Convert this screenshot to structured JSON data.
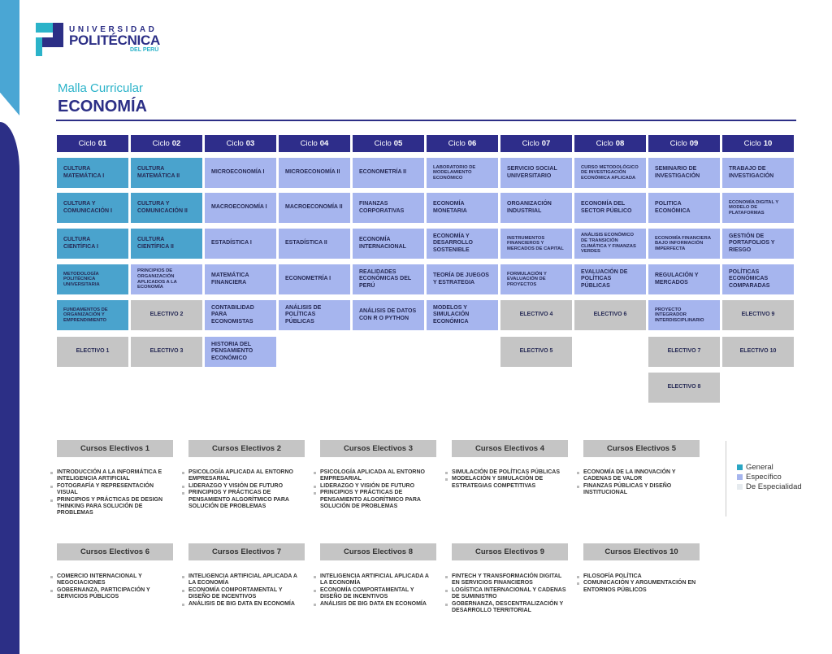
{
  "logo": {
    "line1": "UNIVERSIDAD",
    "line2": "POLITÉCNICA",
    "line3": "DEL PERÚ"
  },
  "header": {
    "subtitle": "Malla Curricular",
    "title": "ECONOMÍA"
  },
  "colors": {
    "general": "#4aa3cd",
    "specific": "#a6b5ee",
    "elective": "#c5c5c5",
    "navy": "#2c2f86",
    "teal": "#2bb3c9"
  },
  "cycles": [
    {
      "prefix": "Ciclo",
      "num": "01",
      "courses": [
        {
          "name": "Cultura Matemática I",
          "type": "general"
        },
        {
          "name": "Cultura y Comunicación I",
          "type": "general"
        },
        {
          "name": "Cultura Científica I",
          "type": "general"
        },
        {
          "name": "Metodología Politécnica Universitaria",
          "type": "general"
        },
        {
          "name": "Fundamentos de Organización y Emprendimiento",
          "type": "general"
        },
        {
          "name": "Electivo 1",
          "type": "elective"
        }
      ]
    },
    {
      "prefix": "Ciclo",
      "num": "02",
      "courses": [
        {
          "name": "Cultura Matemática II",
          "type": "general"
        },
        {
          "name": "Cultura y Comunicación II",
          "type": "general"
        },
        {
          "name": "Cultura Científica II",
          "type": "general"
        },
        {
          "name": "Principios de Organización Aplicados a la Economía",
          "type": "specific"
        },
        {
          "name": "Electivo 2",
          "type": "elective"
        },
        {
          "name": "Electivo 3",
          "type": "elective"
        }
      ]
    },
    {
      "prefix": "Ciclo",
      "num": "03",
      "courses": [
        {
          "name": "Microeconomía I",
          "type": "specific"
        },
        {
          "name": "Macroeconomía I",
          "type": "specific"
        },
        {
          "name": "Estadística I",
          "type": "specific"
        },
        {
          "name": "Matemática Financiera",
          "type": "specific"
        },
        {
          "name": "Contabilidad para Economistas",
          "type": "specific"
        },
        {
          "name": "Historia del Pensamiento Económico",
          "type": "specific"
        }
      ]
    },
    {
      "prefix": "Ciclo",
      "num": "04",
      "courses": [
        {
          "name": "Microeconomía II",
          "type": "specific"
        },
        {
          "name": "Macroeconomía II",
          "type": "specific"
        },
        {
          "name": "Estadística II",
          "type": "specific"
        },
        {
          "name": "Econometría I",
          "type": "specific"
        },
        {
          "name": "Análisis de Políticas Públicas",
          "type": "specific"
        }
      ]
    },
    {
      "prefix": "Ciclo",
      "num": "05",
      "courses": [
        {
          "name": "Econometría II",
          "type": "specific"
        },
        {
          "name": "Finanzas Corporativas",
          "type": "specific"
        },
        {
          "name": "Economía Internacional",
          "type": "specific"
        },
        {
          "name": "Realidades Económicas del Perú",
          "type": "specific"
        },
        {
          "name": "Análisis de Datos con R o Python",
          "type": "specific"
        }
      ]
    },
    {
      "prefix": "Ciclo",
      "num": "06",
      "courses": [
        {
          "name": "Laboratorio de Modelamiento Económico",
          "type": "specific"
        },
        {
          "name": "Economía Monetaria",
          "type": "specific"
        },
        {
          "name": "Economía y Desarrollo Sostenible",
          "type": "specific"
        },
        {
          "name": "Teoría de Juegos y Estrategia",
          "type": "specific"
        },
        {
          "name": "Modelos y Simulación Económica",
          "type": "specific"
        }
      ]
    },
    {
      "prefix": "Ciclo",
      "num": "07",
      "courses": [
        {
          "name": "Servicio Social Universitario",
          "type": "specific"
        },
        {
          "name": "Organización Industrial",
          "type": "specific"
        },
        {
          "name": "Instrumentos Financieros y Mercados de Capital",
          "type": "specific"
        },
        {
          "name": "Formulación y Evaluación de Proyectos",
          "type": "specific"
        },
        {
          "name": "Electivo 4",
          "type": "elective"
        },
        {
          "name": "Electivo 5",
          "type": "elective"
        }
      ]
    },
    {
      "prefix": "Ciclo",
      "num": "08",
      "courses": [
        {
          "name": "Curso Metodológico de Investigación Económica Aplicada",
          "type": "specific"
        },
        {
          "name": "Economía del Sector Público",
          "type": "specific"
        },
        {
          "name": "Análisis Económico de Transición Climática y Finanzas Verdes",
          "type": "specific"
        },
        {
          "name": "Evaluación de Políticas Públicas",
          "type": "specific"
        },
        {
          "name": "Electivo 6",
          "type": "elective"
        }
      ]
    },
    {
      "prefix": "Ciclo",
      "num": "09",
      "courses": [
        {
          "name": "Seminario de Investigación",
          "type": "specific"
        },
        {
          "name": "Politica Económica",
          "type": "specific"
        },
        {
          "name": "Economía Financiera Bajo Información Imperfecta",
          "type": "specific"
        },
        {
          "name": "Regulación y Mercados",
          "type": "specific"
        },
        {
          "name": "Proyecto Integrador Interdisciplinario",
          "type": "specific"
        },
        {
          "name": "Electivo 7",
          "type": "elective"
        },
        {
          "name": "Electivo 8",
          "type": "elective"
        }
      ]
    },
    {
      "prefix": "Ciclo",
      "num": "10",
      "courses": [
        {
          "name": "Trabajo de Investigación",
          "type": "specific"
        },
        {
          "name": "Economía Digital y Modelo de Plataformas",
          "type": "specific"
        },
        {
          "name": "Gestión de Portafolios y Riesgo",
          "type": "specific"
        },
        {
          "name": "Políticas Económicas Comparadas",
          "type": "specific"
        },
        {
          "name": "Electivo 9",
          "type": "elective"
        },
        {
          "name": "Electivo 10",
          "type": "elective"
        }
      ]
    }
  ],
  "electives": [
    {
      "title": "Cursos Electivos 1",
      "items": [
        "INTRODUCCIÓN A LA INFORMÁTICA E INTELIGENCIA ARTIFICIAL",
        "FOTOGRAFÍA Y REPRESENTACIÓN VISUAL",
        "PRINCIPIOS Y PRÁCTICAS DE DESIGN THINKING PARA SOLUCIÓN DE PROBLEMAS"
      ]
    },
    {
      "title": "Cursos Electivos 2",
      "items": [
        "PSICOLOGÍA APLICADA AL ENTORNO EMPRESARIAL",
        "LIDERAZGO Y VISIÓN DE FUTURO",
        "PRINCIPIOS Y PRÁCTICAS DE PENSAMIENTO ALGORÍTMICO PARA SOLUCIÓN DE PROBLEMAS"
      ]
    },
    {
      "title": "Cursos Electivos 3",
      "items": [
        "PSICOLOGÍA APLICADA AL ENTORNO EMPRESARIAL",
        "LIDERAZGO Y VISIÓN DE FUTURO",
        "PRINCIPIOS Y PRÁCTICAS DE PENSAMIENTO ALGORÍTMICO PARA SOLUCIÓN DE PROBLEMAS"
      ]
    },
    {
      "title": "Cursos Electivos 4",
      "items": [
        "SIMULACIÓN DE POLÍTICAS PÚBLICAS",
        "MODELACIÓN Y SIMULACIÓN DE ESTRATEGIAS COMPETITIVAS"
      ]
    },
    {
      "title": "Cursos Electivos 5",
      "items": [
        "ECONOMÍA DE LA INNOVACIÓN Y CADENAS DE VALOR",
        "FINANZAS PÚBLICAS Y DISEÑO INSTITUCIONAL"
      ]
    },
    {
      "title": "Cursos Electivos 6",
      "items": [
        "COMERCIO INTERNACIONAL Y NEGOCIACIONES",
        "GOBERNANZA, PARTICIPACIÓN Y SERVICIOS PÚBLICOS"
      ]
    },
    {
      "title": "Cursos Electivos 7",
      "items": [
        "INTELIGENCIA ARTIFICIAL APLICADA A LA ECONOMÍA",
        "ECONOMÍA COMPORTAMENTAL Y DISEÑO DE INCENTIVOS",
        "ANÁLISIS DE BIG DATA EN ECONOMÍA"
      ]
    },
    {
      "title": "Cursos Electivos 8",
      "items": [
        "INTELIGENCIA ARTIFICIAL APLICADA A LA ECONOMÍA",
        "ECONOMÍA COMPORTAMENTAL Y DISEÑO DE INCENTIVOS",
        "ANÁLISIS DE BIG DATA EN ECONOMÍA"
      ]
    },
    {
      "title": "Cursos Electivos 9",
      "items": [
        "FINTECH Y TRANSFORMACIÓN DIGITAL EN SERVICIOS FINANCIEROS",
        "LOGÍSTICA INTERNACIONAL Y CADENAS DE SUMINISTRO",
        "GOBERNANZA, DESCENTRALIZACIÓN Y DESARROLLO TERRITORIAL"
      ]
    },
    {
      "title": "Cursos Electivos 10",
      "items": [
        "FILOSOFÍA POLÍTICA",
        "COMUNICACIÓN Y ARGUMENTACIÓN EN ENTORNOS PÚBLICOS"
      ]
    }
  ],
  "legend": [
    {
      "label": "General",
      "color": "#2aa6c4"
    },
    {
      "label": "Específico",
      "color": "#a6b5ee"
    },
    {
      "label": "De Especialidad",
      "color": "#e6ebef"
    }
  ]
}
